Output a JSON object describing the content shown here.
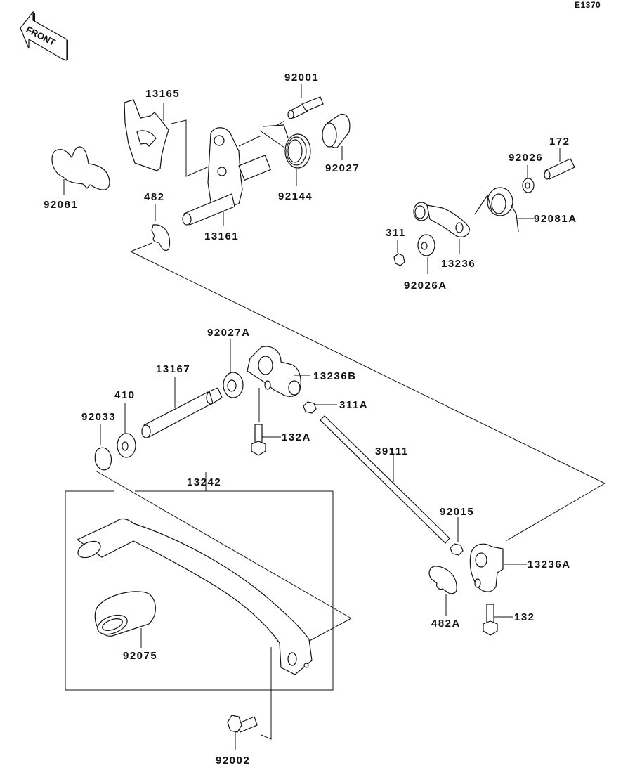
{
  "diagram": {
    "code": "E1370",
    "front_label": "FRONT",
    "parts": {
      "p13165": "13165",
      "p92001": "92001",
      "p92027": "92027",
      "p92144": "92144",
      "p13161": "13161",
      "p482": "482",
      "p92081": "92081",
      "p172": "172",
      "p92026": "92026",
      "p92081A": "92081A",
      "p311": "311",
      "p13236": "13236",
      "p92026A": "92026A",
      "p92027A": "92027A",
      "p13167": "13167",
      "p13236B": "13236B",
      "p410": "410",
      "p92033": "92033",
      "p311A": "311A",
      "p132A": "132A",
      "p39111": "39111",
      "p13242": "13242",
      "p92015": "92015",
      "p13236A": "13236A",
      "p482A": "482A",
      "p132": "132",
      "p92075": "92075",
      "p92002": "92002"
    }
  }
}
